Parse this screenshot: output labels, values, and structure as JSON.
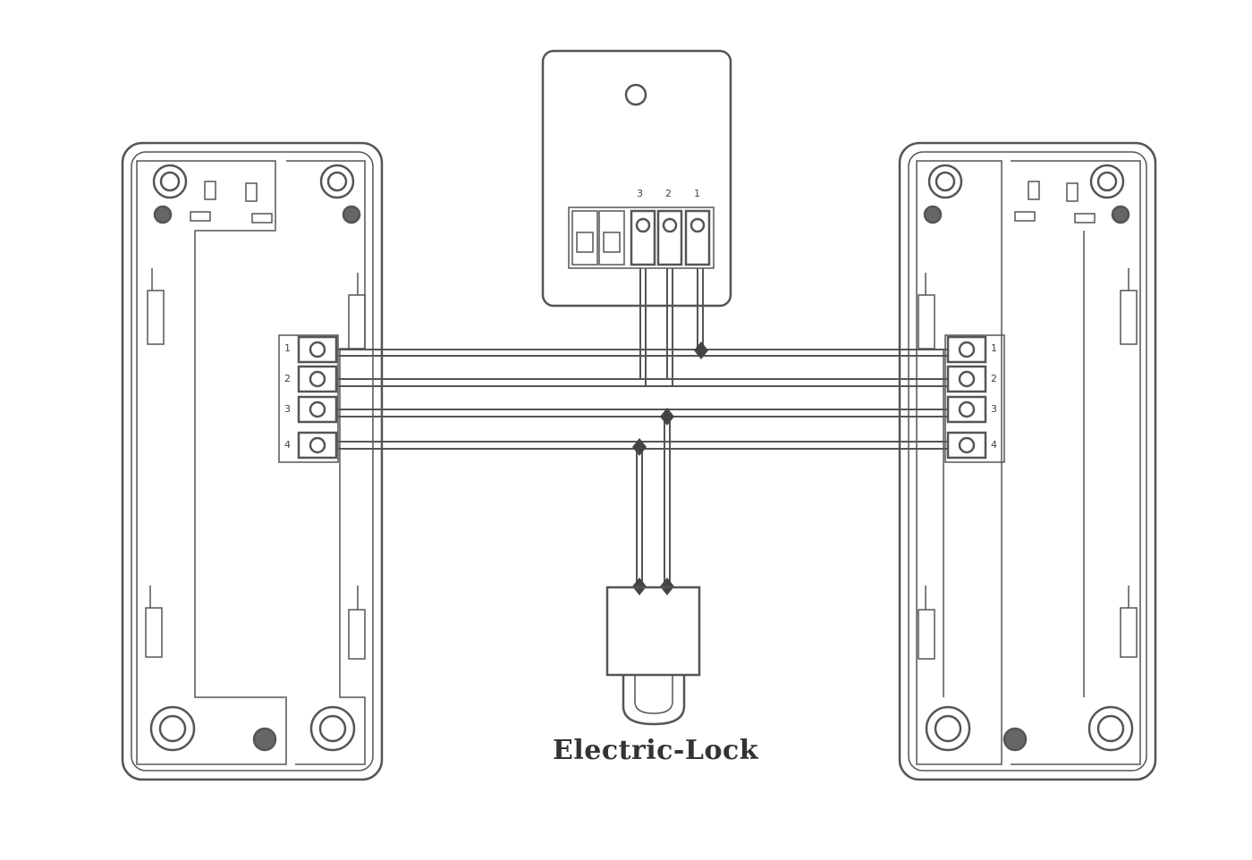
{
  "diagram": {
    "lock_label": "Electric-Lock",
    "center_terminal_numbers": [
      "3",
      "2",
      "1"
    ],
    "left_terminal_numbers": [
      "1",
      "2",
      "3",
      "4"
    ],
    "right_terminal_numbers": [
      "1",
      "2",
      "3",
      "4"
    ]
  },
  "colors": {
    "line": "#555555",
    "panel_fill": "#ffffff"
  }
}
